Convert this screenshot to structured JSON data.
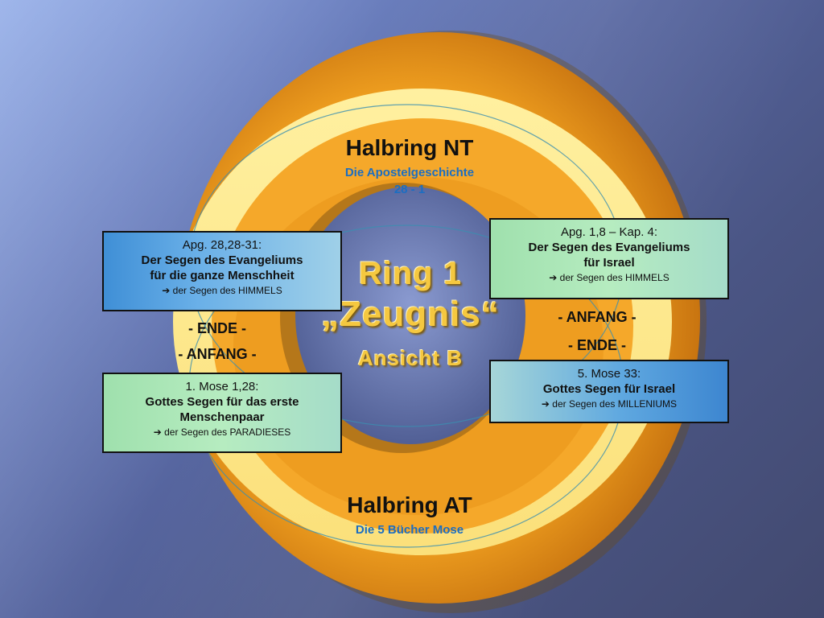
{
  "colors": {
    "ring_orange": "#f0a020",
    "ring_light": "#fbe07a",
    "accent_blue": "#1b6ec2",
    "center_gold": "#f5c840"
  },
  "center": {
    "ring_label": "Ring 1",
    "name": "„Zeugnis“",
    "view": "Ansicht B"
  },
  "halbring_nt": {
    "title": "Halbring NT",
    "sub1": "Die Apostelgeschichte",
    "sub2": "28 - 1"
  },
  "halbring_at": {
    "title": "Halbring AT",
    "sub1": "Die 5 Bücher Mose"
  },
  "boxes": {
    "top_left": {
      "line1": "Apg. 28,28-31:",
      "line2": "Der Segen des Evangeliums",
      "line3": "für die ganze Menschheit",
      "note": "➔ der Segen des HIMMELS"
    },
    "top_right": {
      "line1": "Apg. 1,8 – Kap. 4:",
      "line2": "Der Segen des Evangeliums",
      "line3": "für Israel",
      "note": "➔ der Segen des HIMMELS"
    },
    "bottom_left": {
      "line1": "1. Mose 1,28:",
      "line2": "Gottes Segen für das erste",
      "line3": "Menschenpaar",
      "note": "➔ der Segen des PARADIESES"
    },
    "bottom_right": {
      "line1": "5. Mose 33:",
      "line2": "Gottes Segen für Israel",
      "note": "➔ der Segen des MILLENIUMS"
    }
  },
  "markers": {
    "left_ende": "- ENDE -",
    "left_anfang": "- ANFANG -",
    "right_anfang": "- ANFANG -",
    "right_ende": "- ENDE -"
  }
}
